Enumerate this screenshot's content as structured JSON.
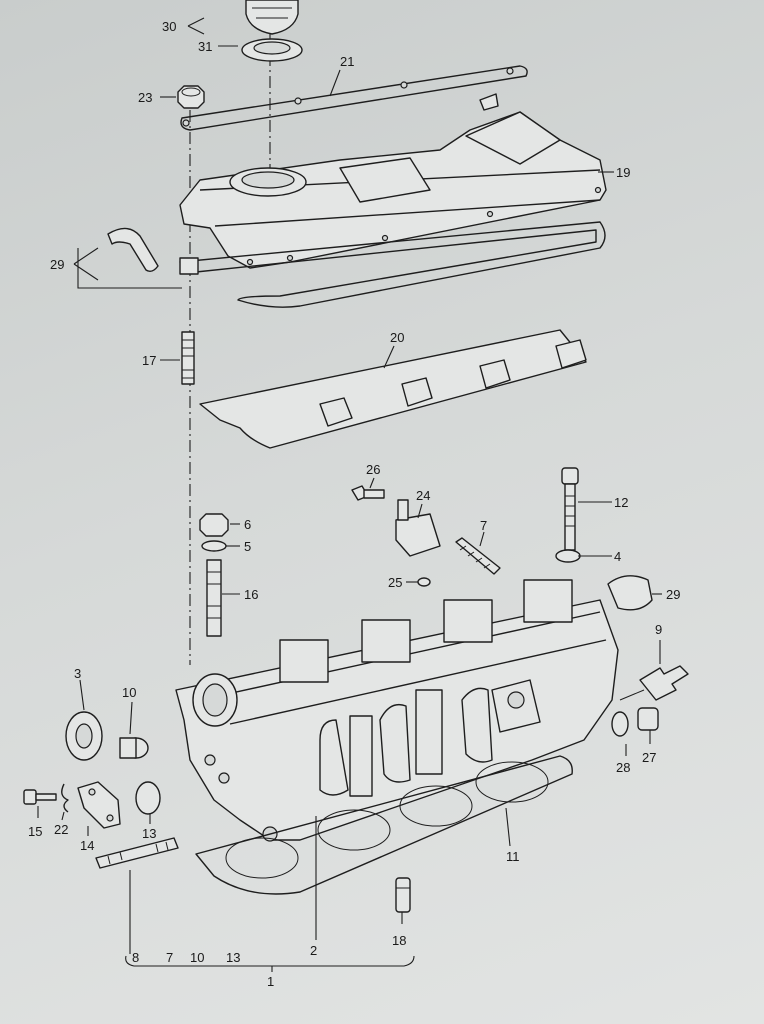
{
  "callouts": {
    "p30": "30",
    "p31": "31",
    "p21": "21",
    "p23": "23",
    "p19": "19",
    "p29a": "29",
    "p17": "17",
    "p20": "20",
    "p26": "26",
    "p24": "24",
    "p7a": "7",
    "p12": "12",
    "p6": "6",
    "p5": "5",
    "p4": "4",
    "p25": "25",
    "p16": "16",
    "p29b": "29",
    "p9": "9",
    "p3": "3",
    "p10a": "10",
    "p28": "28",
    "p27": "27",
    "p15": "15",
    "p22": "22",
    "p14": "14",
    "p13": "13",
    "p11": "11",
    "p2": "2",
    "p18": "18",
    "b8": "8",
    "b7": "7",
    "b10": "10",
    "b13": "13",
    "b1": "1"
  }
}
